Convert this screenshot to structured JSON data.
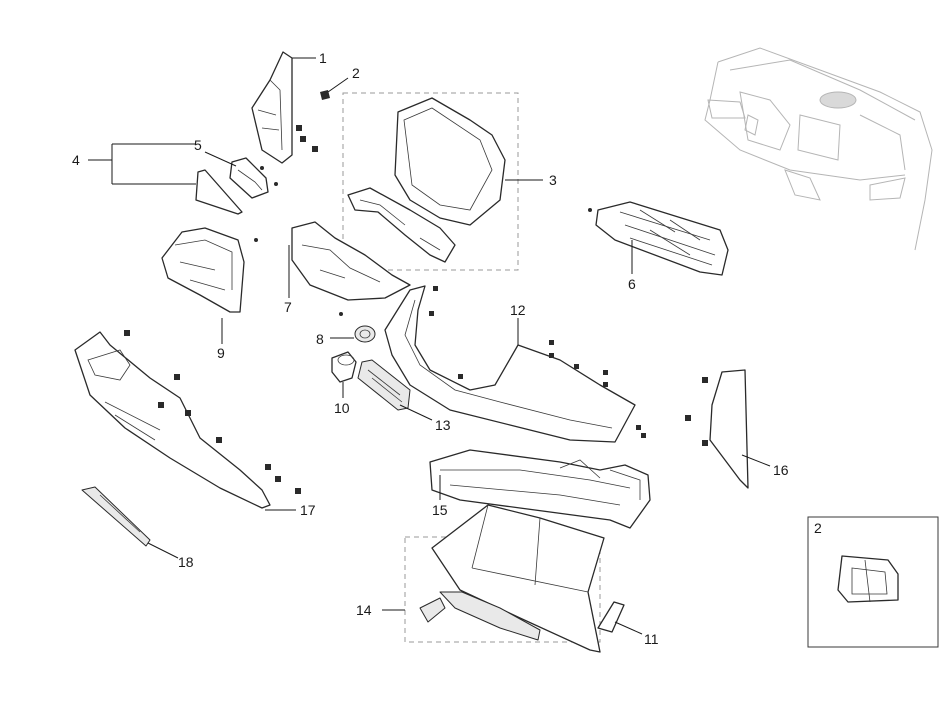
{
  "callouts": {
    "c1": "1",
    "c2": "2",
    "c3": "3",
    "c4": "4",
    "c5": "5",
    "c6": "6",
    "c7": "7",
    "c8": "8",
    "c9": "9",
    "c10": "10",
    "c11": "11",
    "c12": "12",
    "c13": "13",
    "c14": "14",
    "c15": "15",
    "c16": "16",
    "c17": "17",
    "c18": "18",
    "inset": "2"
  }
}
